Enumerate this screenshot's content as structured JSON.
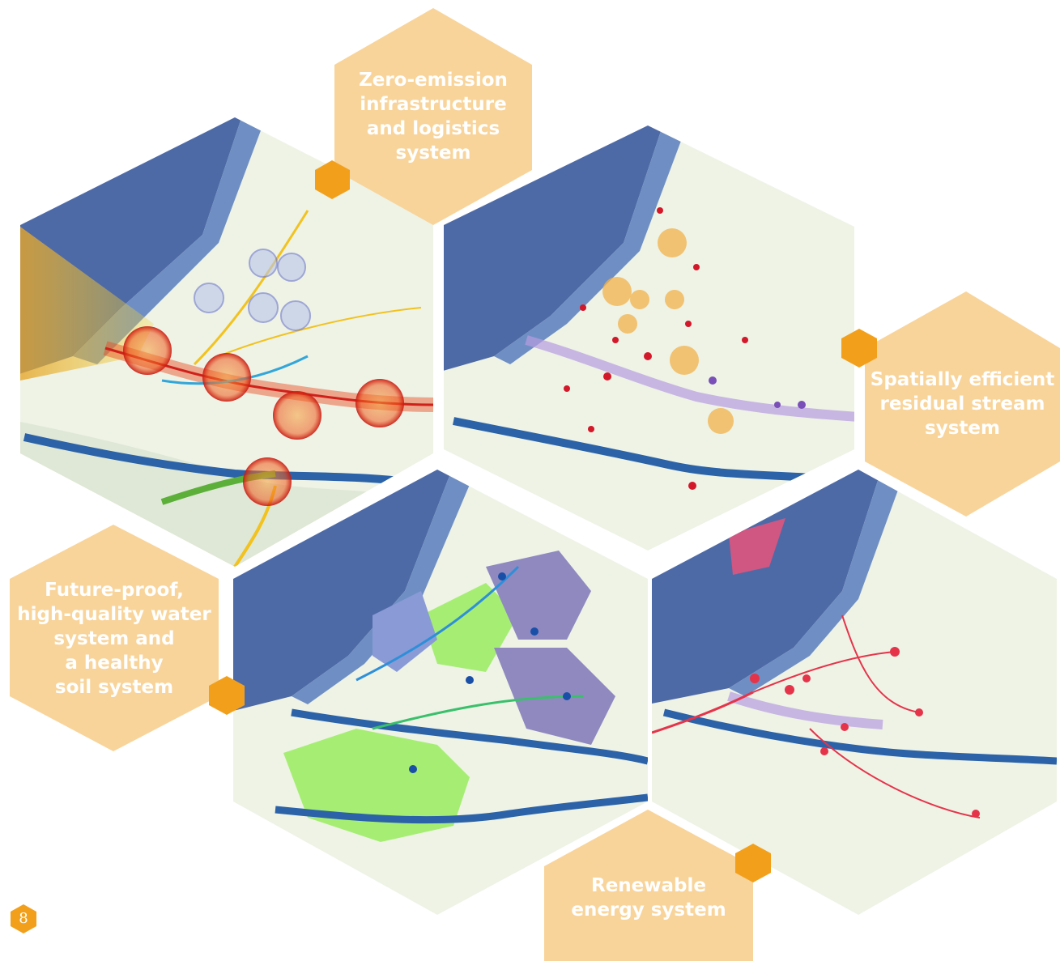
{
  "labels": {
    "zero_emission": "Zero-emission\ninfrastructure\nand logistics\nsystem",
    "residual_stream": "Spatially efficient\nresidual stream\nsystem",
    "water_soil": "Future-proof,\nhigh-quality water\nsystem and\na healthy\nsoil system",
    "renewable": "Renewable\nenergy system"
  },
  "page_number": "8",
  "colors": {
    "label_fill": "#f8d49a",
    "accent_orange": "#f2a01c",
    "sea": "#4e6aa6",
    "land": "#eef3e6",
    "river": "#2c63a8"
  }
}
